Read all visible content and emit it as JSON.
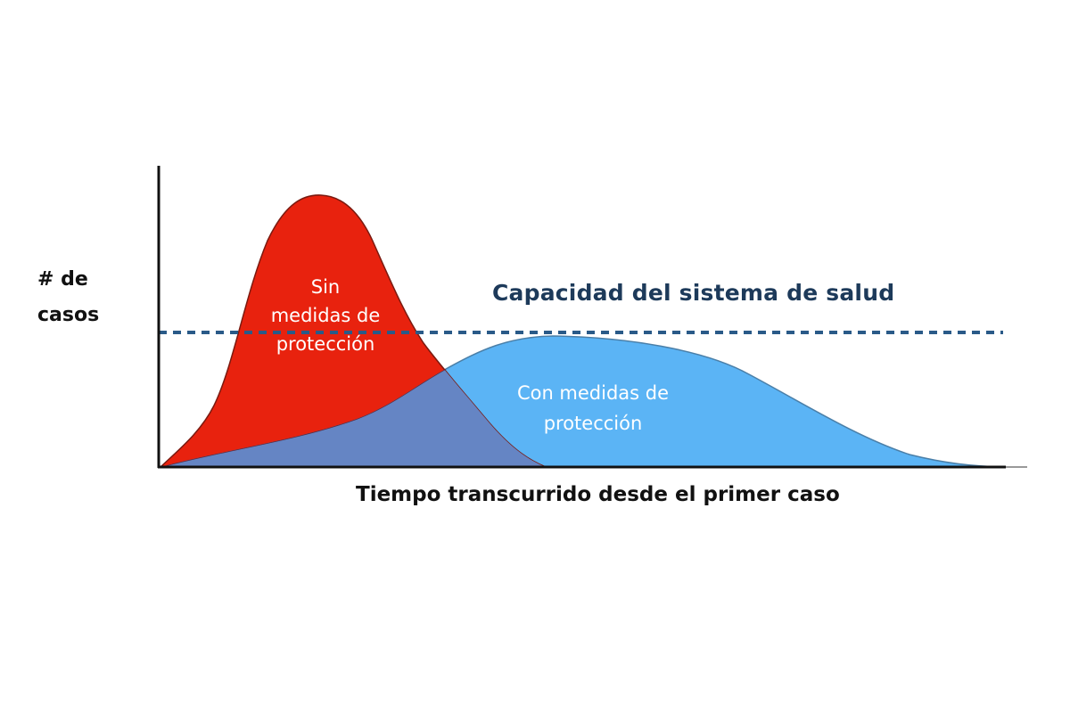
{
  "chart_data": {
    "type": "area",
    "title": "",
    "xlabel": "Tiempo transcurrido desde el primer caso",
    "ylabel": "# de casos",
    "grid": false,
    "axis_ticks": false,
    "series": [
      {
        "name": "Sin medidas de protección",
        "color": "#e8220e",
        "shape": "tall narrow peak early",
        "x": [
          0,
          5,
          10,
          15,
          18,
          20,
          25,
          30,
          35,
          45
        ],
        "values": [
          0,
          25,
          60,
          88,
          100,
          97,
          78,
          42,
          15,
          0
        ]
      },
      {
        "name": "Con medidas de protección",
        "color": "#5bb4f5",
        "shape": "low flat wide peak later",
        "x": [
          0,
          10,
          20,
          30,
          40,
          45,
          55,
          70,
          85,
          100
        ],
        "values": [
          0,
          6,
          12,
          24,
          43,
          48,
          45,
          38,
          15,
          0
        ]
      }
    ],
    "overlap_color": "#6585c4",
    "reference_lines": [
      {
        "label": "Capacidad del sistema de salud",
        "orientation": "horizontal",
        "value": 48,
        "style": "dashed",
        "color": "#2a5a88"
      }
    ],
    "annotations": [
      "Sin medidas de protección",
      "Con medidas de protección",
      "Capacidad del sistema de salud"
    ]
  },
  "labels": {
    "y_line1": "# de",
    "y_line2": "casos",
    "capacity": "Capacidad del sistema de salud",
    "red_line1": "Sin",
    "red_line2": "medidas de",
    "red_line3": "protección",
    "blue_line1": "Con medidas de",
    "blue_line2": "protección",
    "x_axis": "Tiempo transcurrido desde el primer caso"
  },
  "colors": {
    "red": "#e8220e",
    "blue": "#5bb4f5",
    "overlap": "#6585c4",
    "capacity_line": "#2a5a88",
    "axis": "#111111"
  }
}
